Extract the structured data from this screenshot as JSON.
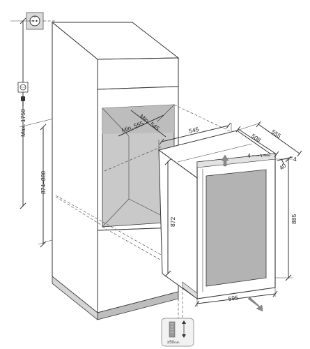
{
  "dimensions": {
    "max_height": "Max. 1750",
    "niche_height": "874–880",
    "min_depth": "Min. 555",
    "min_width": "Min. 545",
    "top_width": "545",
    "top_depth": "508",
    "depth_overall": "555",
    "front_offset": "4",
    "door_thickness": "40",
    "side_offset": "4",
    "left_height": "872",
    "right_height": "885",
    "bottom_width": "595",
    "vent_gap": "≥50",
    "vent_unit": "mm"
  },
  "icons": {
    "socket": "power-socket-icon",
    "plug": "power-plug-icon",
    "ventilation": "ventilation-icon",
    "airflow_arrow": "airflow-arrow-icon",
    "insert_arrow": "insert-arrow-icon"
  },
  "colors": {
    "line": "#333333",
    "niche_fill": "#c9c9c9",
    "glass_fill": "#b3b3b3",
    "plinth_fill": "#bdbdbd",
    "socket_fill": "#d9d9d9",
    "arrow_fill": "#8a8a8a"
  }
}
